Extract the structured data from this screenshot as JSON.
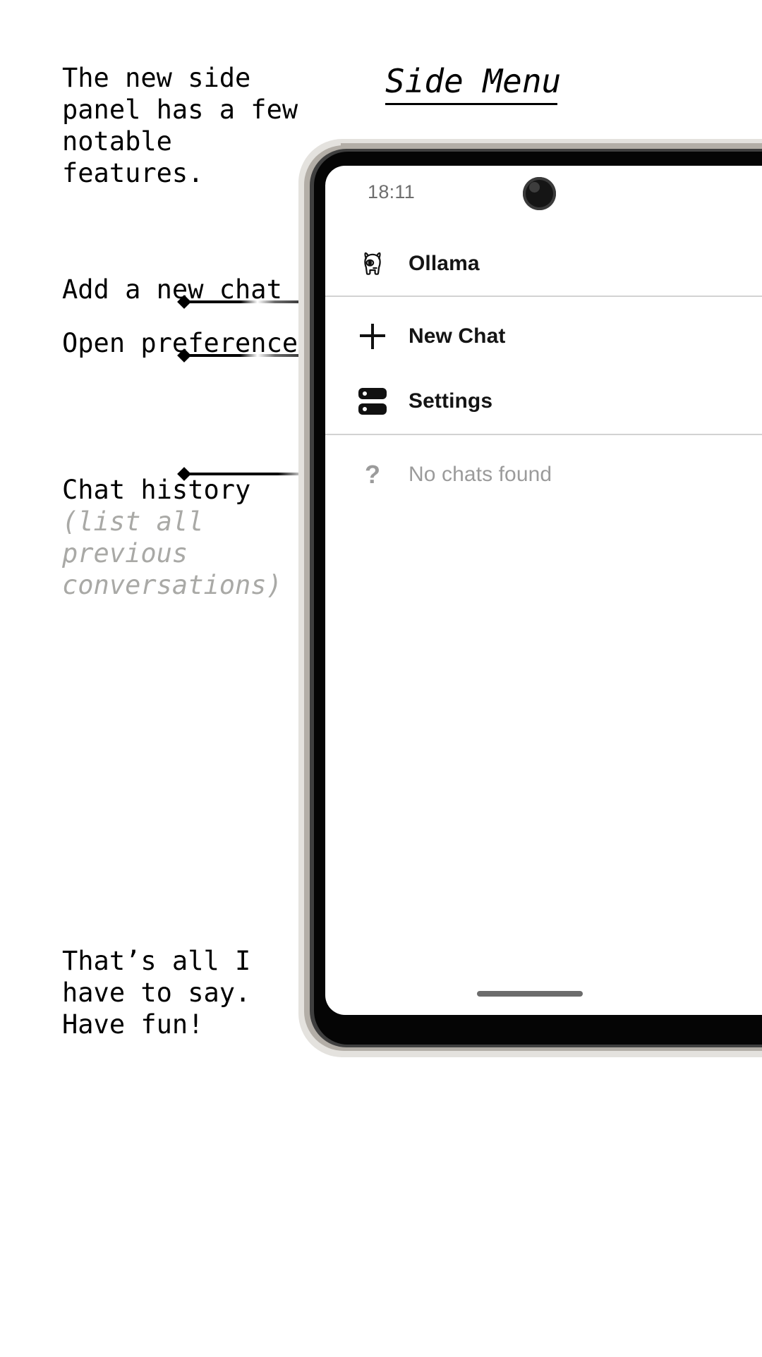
{
  "page": {
    "title": "Side Menu",
    "background": "#ffffff",
    "accent_muted": "#a9a9a6"
  },
  "annotations": [
    {
      "id": "intro",
      "text": "The new side\npanel has a few\nnotable\nfeatures.",
      "style": "plain"
    },
    {
      "id": "new-chat",
      "text": "Add a new chat",
      "style": "plain"
    },
    {
      "id": "preferences",
      "text": "Open preferences",
      "style": "plain"
    },
    {
      "id": "chat-history",
      "text": "Chat history",
      "style": "plain"
    },
    {
      "id": "chat-history-note",
      "text": "(list all\nprevious\nconversations)",
      "style": "muted-italic"
    },
    {
      "id": "outro",
      "text": "That’s all I\nhave to say.\nHave fun!",
      "style": "plain"
    }
  ],
  "phone": {
    "statusbar": {
      "time": "18:11",
      "camera": "front-camera-punchhole"
    },
    "header": {
      "icon": "llama-icon",
      "label": "Ollama"
    },
    "menu_items": [
      {
        "icon": "plus-icon",
        "label": "New Chat"
      },
      {
        "icon": "server-icon",
        "label": "Settings"
      }
    ],
    "history": {
      "icon": "question-mark-icon",
      "empty_label": "No chats found"
    },
    "home_indicator": "home-indicator-bar"
  },
  "pointers": [
    {
      "id": "pointer-new-chat",
      "from": "Add a new chat",
      "to": "New Chat"
    },
    {
      "id": "pointer-settings",
      "from": "Open preferences",
      "to": "Settings"
    },
    {
      "id": "pointer-history",
      "from": "Chat history",
      "to": "chat list area"
    }
  ]
}
